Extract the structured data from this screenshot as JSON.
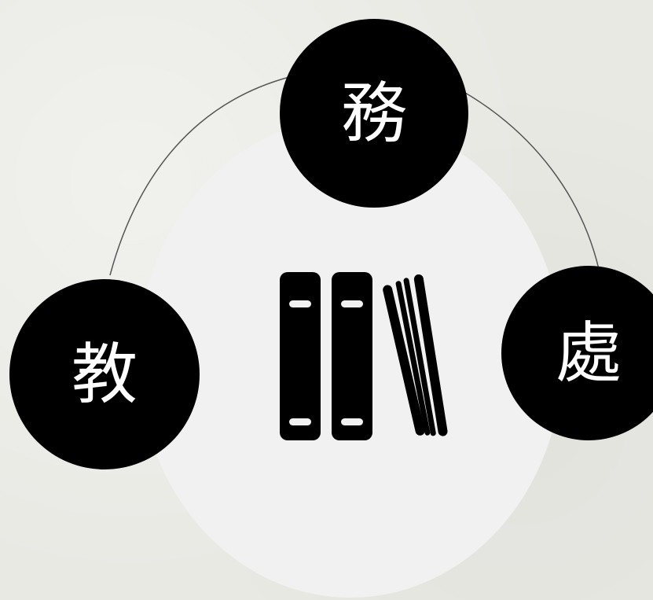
{
  "nodes": {
    "top": {
      "char": "務"
    },
    "left": {
      "char": "教"
    },
    "right": {
      "char": "處"
    }
  },
  "colors": {
    "background": "#e9e9e4",
    "disc": "#f1f1f1",
    "badge": "#000000",
    "badge_text": "#ffffff",
    "connector": "#555555"
  },
  "icons": {
    "center": "books-icon"
  }
}
